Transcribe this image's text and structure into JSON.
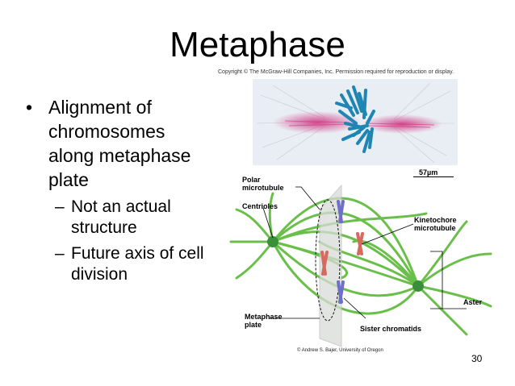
{
  "slide": {
    "title": "Metaphase",
    "copyright": "Copyright © The McGraw-Hill Companies, Inc. Permission required for reproduction or display.",
    "bullet_main_line1": "Alignment of",
    "bullet_main_line2": "chromosomes",
    "bullet_main_line3": "along metaphase",
    "bullet_main_line4": "plate",
    "sub1_line1": "Not an actual",
    "sub1_line2": "structure",
    "sub2_line1": "Future axis of cell",
    "sub2_line2": "division",
    "page_number": "30"
  },
  "figure": {
    "scale_label": "57µm",
    "labels": {
      "polar_line1": "Polar",
      "polar_line2": "microtubule",
      "centrioles": "Centrioles",
      "kinetochore_line1": "Kinetochore",
      "kinetochore_line2": "microtubule",
      "aster": "Aster",
      "metaphase_line1": "Metaphase",
      "metaphase_line2": "plate",
      "sister": "Sister chromatids"
    },
    "credit": "© Andrew S. Bajer, University of Oregon",
    "colors": {
      "spindle": "#6abf4b",
      "chromatid_blue": "#6f6fc8",
      "chromatid_red": "#d66a5e",
      "plate": "#d8dcd8",
      "micro_bg": "#e7ecf3",
      "micro_pink": "#d23f86",
      "micro_blue": "#1f86b3"
    }
  }
}
